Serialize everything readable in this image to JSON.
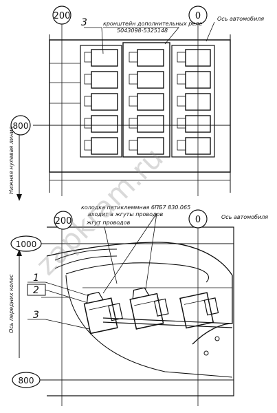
{
  "top_view": {
    "dim_200": "200",
    "dim_0": "0",
    "dim_800": "800",
    "callout_3": "3",
    "bracket_label": "кронштейн дополнительных реле",
    "bracket_part_no": "5043098-5325148",
    "axis_label": "Ось автомобиля",
    "ground_line_label": "Нижняя нулевая линия"
  },
  "side_view": {
    "dim_200": "200",
    "dim_0": "0",
    "dim_1000": "1000",
    "dim_800": "800",
    "connector_label": "колодка пятиклеммная 6ПБ7 830.065",
    "connector_note": "входит в жгуты проводов",
    "harness_label": "жгут проводов",
    "axis_label": "Ось автомобиля",
    "front_axle_label": "Ось передних колес",
    "callout_1": "1",
    "callout_2": "2",
    "callout_3": "3"
  },
  "watermark": "zapkram.ru"
}
